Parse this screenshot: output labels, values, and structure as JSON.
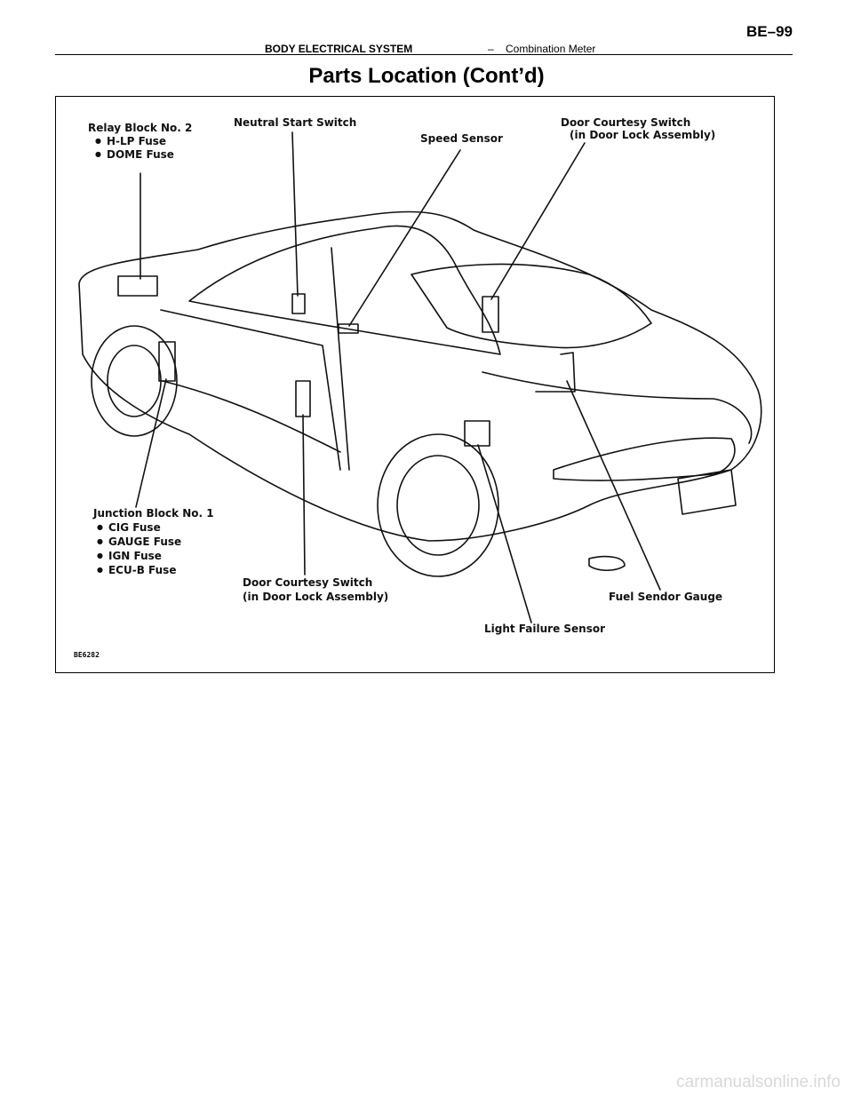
{
  "header": {
    "section": "BODY ELECTRICAL SYSTEM",
    "dash": "–",
    "subsection": "Combination Meter",
    "page": "BE–99"
  },
  "title": "Parts Location (Cont’d)",
  "figure": {
    "labels": {
      "relay_block": "Relay Block No. 2",
      "relay_items": [
        "H-LP Fuse",
        "DOME Fuse"
      ],
      "neutral_start": "Neutral Start Switch",
      "speed_sensor": "Speed Sensor",
      "door_courtesy_rear_1": "Door Courtesy Switch",
      "door_courtesy_rear_2": "(in Door Lock Assembly)",
      "junction_block": "Junction Block No. 1",
      "junction_items": [
        "CIG Fuse",
        "GAUGE Fuse",
        "IGN Fuse",
        "ECU-B Fuse"
      ],
      "door_courtesy_front_1": "Door Courtesy Switch",
      "door_courtesy_front_2": "(in Door Lock Assembly)",
      "fuel_sender": "Fuel Sendor Gauge",
      "light_failure": "Light Failure Sensor"
    },
    "code": "BE6282"
  },
  "footer": "carmanualsonline.info"
}
